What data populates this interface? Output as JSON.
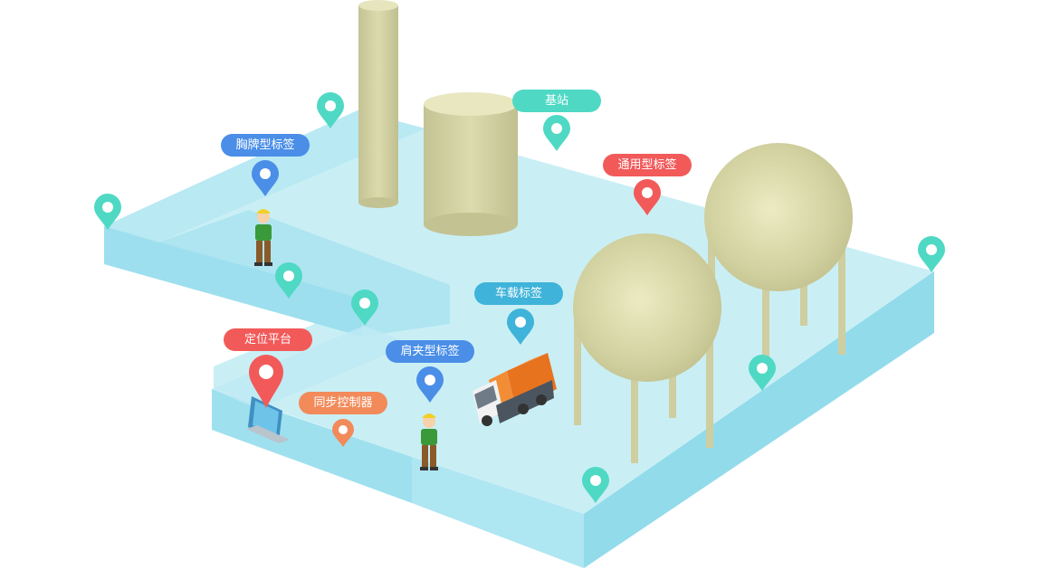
{
  "labels": {
    "base_station": "基站",
    "badge_tag": "胸牌型标签",
    "general_tag": "通用型标签",
    "vehicle_tag": "车载标签",
    "shoulder_tag": "肩夹型标签",
    "positioning_platform": "定位平台",
    "sync_controller": "同步控制器"
  },
  "colors": {
    "teal": "#4fd9c4",
    "blue": "#4a8ee8",
    "red": "#f25a5a",
    "vehicle_blue": "#3fb3d9",
    "orange": "#f28a5a",
    "floor_top": "#c9f0f6",
    "floor_side": "#a6e3ef",
    "tank": "#d5d4a6"
  }
}
